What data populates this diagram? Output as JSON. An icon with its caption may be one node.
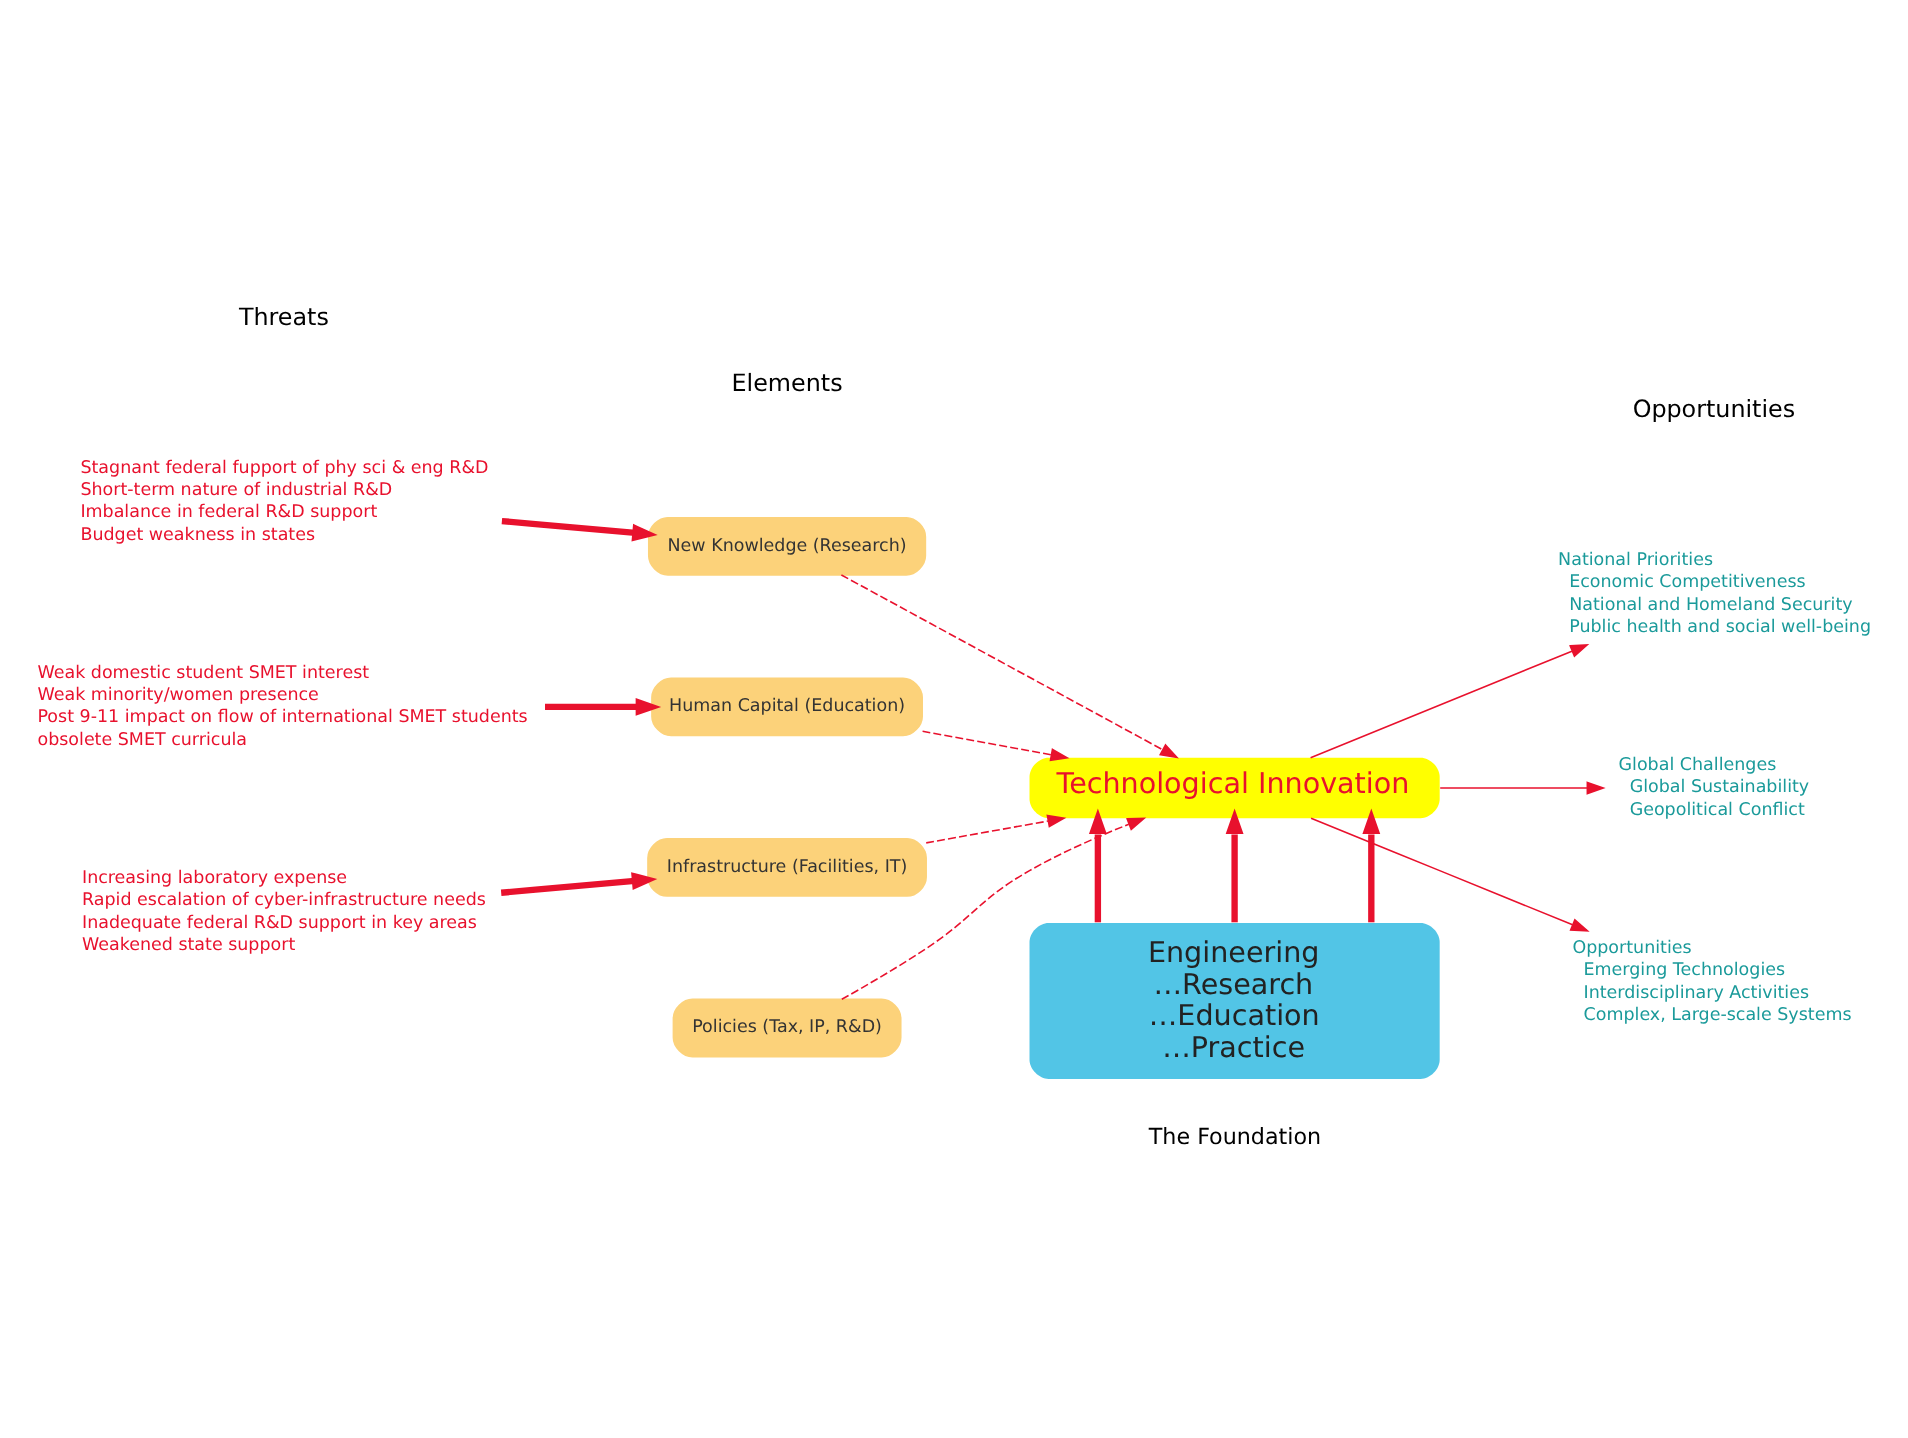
{
  "diagram": {
    "nodes": [
      {
        "text": [
          "Stagnant federal fupport of phy sci & eng R&D",
          "Short-term nature of industrial R&D",
          "Imbalance in federal R&D support",
          "Budget weakness in states"
        ]
      },
      {
        "text": [
          "New Knowledge (Research)"
        ]
      },
      {
        "text": [
          "Weak domestic student SMET interest",
          "Weak minority/women presence",
          "Post 9-11 impact on flow of international SMET students",
          "obsolete SMET curricula"
        ]
      },
      {
        "text": [
          "Human Capital (Education)"
        ]
      },
      {
        "text": [
          "Increasing laboratory expense",
          "Rapid escalation of cyber-infrastructure needs",
          "Inadequate federal R&D support in key areas",
          "Weakened state support"
        ]
      },
      {
        "text": [
          "Infrastructure (Facilities, IT)"
        ]
      },
      {
        "text": [
          "Policies (Tax, IP, R&D)"
        ]
      },
      {
        "text": [
          "Technological Innovation"
        ]
      },
      {
        "text": [
          "National Priorities",
          "Economic Competitiveness",
          "National and Homeland Security",
          "Public health and social well-being"
        ]
      },
      {
        "text": [
          "Global Challenges",
          "Global Sustainability",
          "Geopolitical Conflict"
        ]
      },
      {
        "text": [
          "Opportunities",
          "Emerging Technologies",
          "Interdisciplinary Activities",
          "Complex, Large-scale Systems"
        ]
      },
      {
        "text": [
          "Engineering",
          "…Research",
          "…Education",
          "…Practice"
        ],
        "beside": [
          "The Foundation"
        ]
      }
    ],
    "edges": [
      {
        "from": 0,
        "to": 1,
        "arrow": "to",
        "style": "thick"
      },
      {
        "from": 2,
        "to": 3,
        "arrow": "to",
        "style": "thick"
      },
      {
        "from": 4,
        "to": 5,
        "arrow": "to",
        "style": "thick"
      },
      {
        "from": 1,
        "to": 7,
        "arrow": "to",
        "style": "dashed"
      },
      {
        "from": 3,
        "to": 7,
        "arrow": "to",
        "style": "dashed"
      },
      {
        "from": 5,
        "to": 7,
        "arrow": "to",
        "style": "dashed"
      },
      {
        "from": 6,
        "to": 7,
        "arrow": "to",
        "style": "dashed"
      },
      {
        "from": 7,
        "to": 8,
        "arrow": "to"
      },
      {
        "from": 7,
        "to": 9,
        "arrow": "to"
      },
      {
        "from": 7,
        "to": 10,
        "arrow": "to"
      },
      {
        "from": 11,
        "to": 7,
        "arrow": "to",
        "style": "thick"
      },
      {
        "from": 11,
        "to": 7,
        "arrow": "to",
        "style": "thick"
      },
      {
        "from": 11,
        "to": 7,
        "arrow": "to",
        "style": "thick"
      }
    ],
    "labels": [
      "Threats",
      "Elements",
      "Opportunities"
    ]
  }
}
